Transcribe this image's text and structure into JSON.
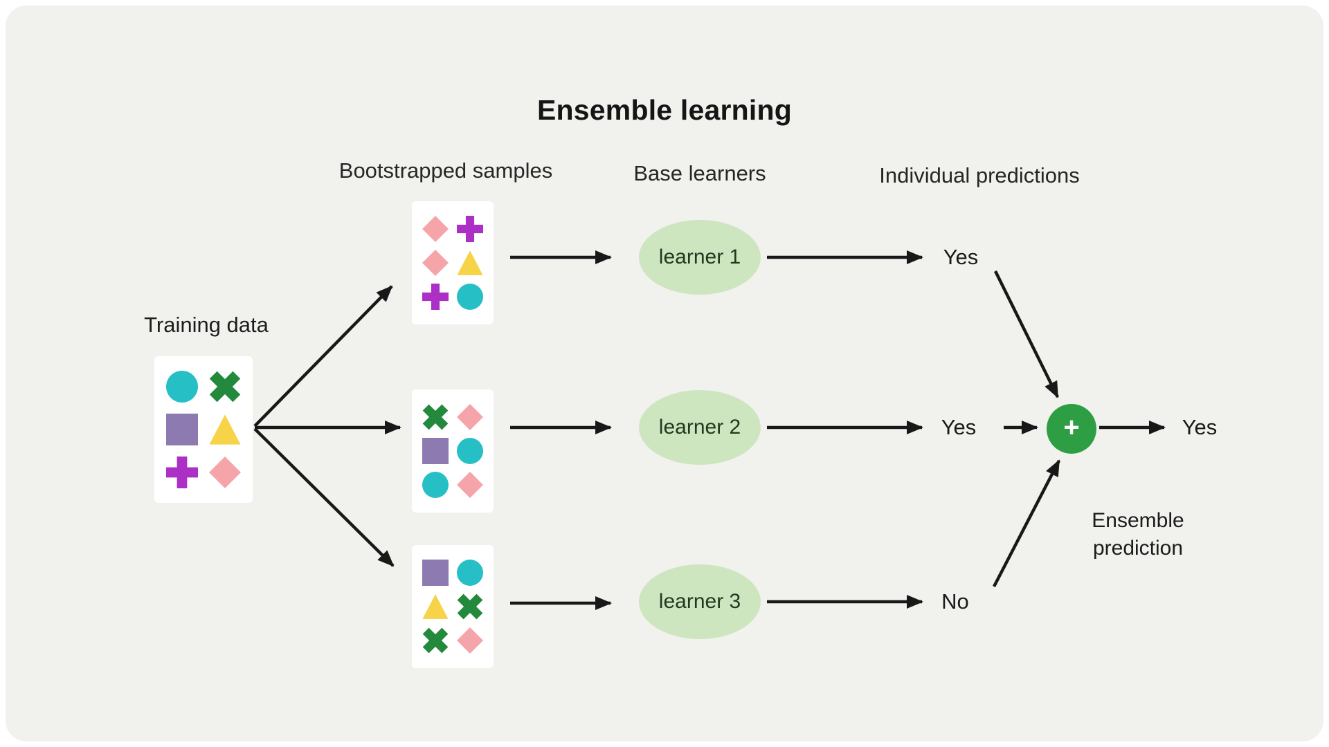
{
  "title": "Ensemble learning",
  "column_headers": {
    "bootstrapped_samples": "Bootstrapped samples",
    "base_learners": "Base learners",
    "individual_predictions": "Individual predictions"
  },
  "training": {
    "label": "Training data",
    "shapes": [
      "circle",
      "x",
      "square",
      "triangle",
      "plus",
      "diamond"
    ]
  },
  "bootstrapped_samples": [
    {
      "name": "sample-1",
      "shapes": [
        "diamond",
        "plus",
        "diamond",
        "triangle",
        "plus",
        "circle"
      ]
    },
    {
      "name": "sample-2",
      "shapes": [
        "x",
        "diamond",
        "square",
        "circle",
        "circle",
        "diamond"
      ]
    },
    {
      "name": "sample-3",
      "shapes": [
        "square",
        "circle",
        "triangle",
        "x",
        "x",
        "diamond"
      ]
    }
  ],
  "learners": [
    {
      "label": "learner 1",
      "prediction": "Yes"
    },
    {
      "label": "learner 2",
      "prediction": "Yes"
    },
    {
      "label": "learner 3",
      "prediction": "No"
    }
  ],
  "aggregator": {
    "symbol": "+"
  },
  "ensemble": {
    "label_line1": "Ensemble",
    "label_line2": "prediction",
    "prediction": "Yes"
  },
  "colors": {
    "background": "#f1f1ee",
    "card": "#ffffff",
    "arrow": "#181818",
    "learner_fill": "#cde6c0",
    "learner_text": "#21391f",
    "agg": "#2d9e44",
    "shape_circle": "#26bfc5",
    "shape_x": "#238a3d",
    "shape_square": "#8c7ab1",
    "shape_triangle": "#f7d348",
    "shape_plus": "#ac30c6",
    "shape_diamond": "#f5a5aa"
  }
}
